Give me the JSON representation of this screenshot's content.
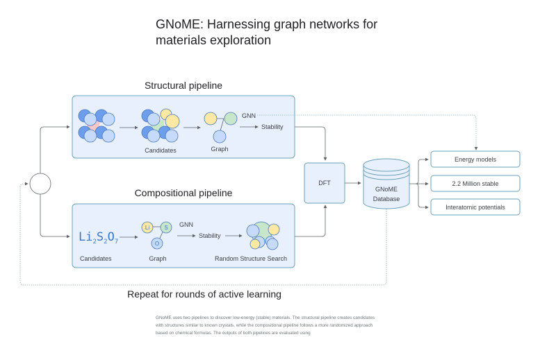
{
  "title": "GNoME: Harnessing graph networks for materials exploration",
  "structural_pipeline": {
    "heading": "Structural pipeline",
    "labels": {
      "candidates": "Candidates",
      "graph": "Graph",
      "gnn": "GNN",
      "stability": "Stability"
    }
  },
  "compositional_pipeline": {
    "heading": "Compositional pipeline",
    "formula": {
      "base": [
        "Li",
        "S",
        "O"
      ],
      "subs": [
        "2",
        "2",
        "7"
      ]
    },
    "labels": {
      "candidates": "Candidates",
      "graph": "Graph",
      "gnn": "GNN",
      "stability": "Stability",
      "random_search": "Random Structure Search"
    },
    "graph_nodes": [
      "Li",
      "S",
      "O"
    ]
  },
  "dft": {
    "label": "DFT"
  },
  "database": {
    "line1": "GNoME",
    "line2": "Database"
  },
  "outputs": [
    "Energy models",
    "2.2 Million stable",
    "Interatomic potentials"
  ],
  "loop_label": "Repeat for rounds of active learning",
  "caption": "GNoME uses two pipelines to discover low-energy (stable) materials. The structural pipeline creates candidates with structures similar to known crystals, while the compositional pipeline follows a more randomized approach based on chemical formulas. The outputs of both pipelines are evaluated using",
  "colors": {
    "box_fill": "#e8f0fe",
    "box_stroke": "#6aa0b8",
    "atom_blue": "#c6dafc",
    "atom_dark_blue": "#6d9eeb",
    "atom_yellow": "#fde9a4",
    "atom_green": "#c8e6c9",
    "atom_pink": "#f8c8c8",
    "line": "#5f6368"
  }
}
